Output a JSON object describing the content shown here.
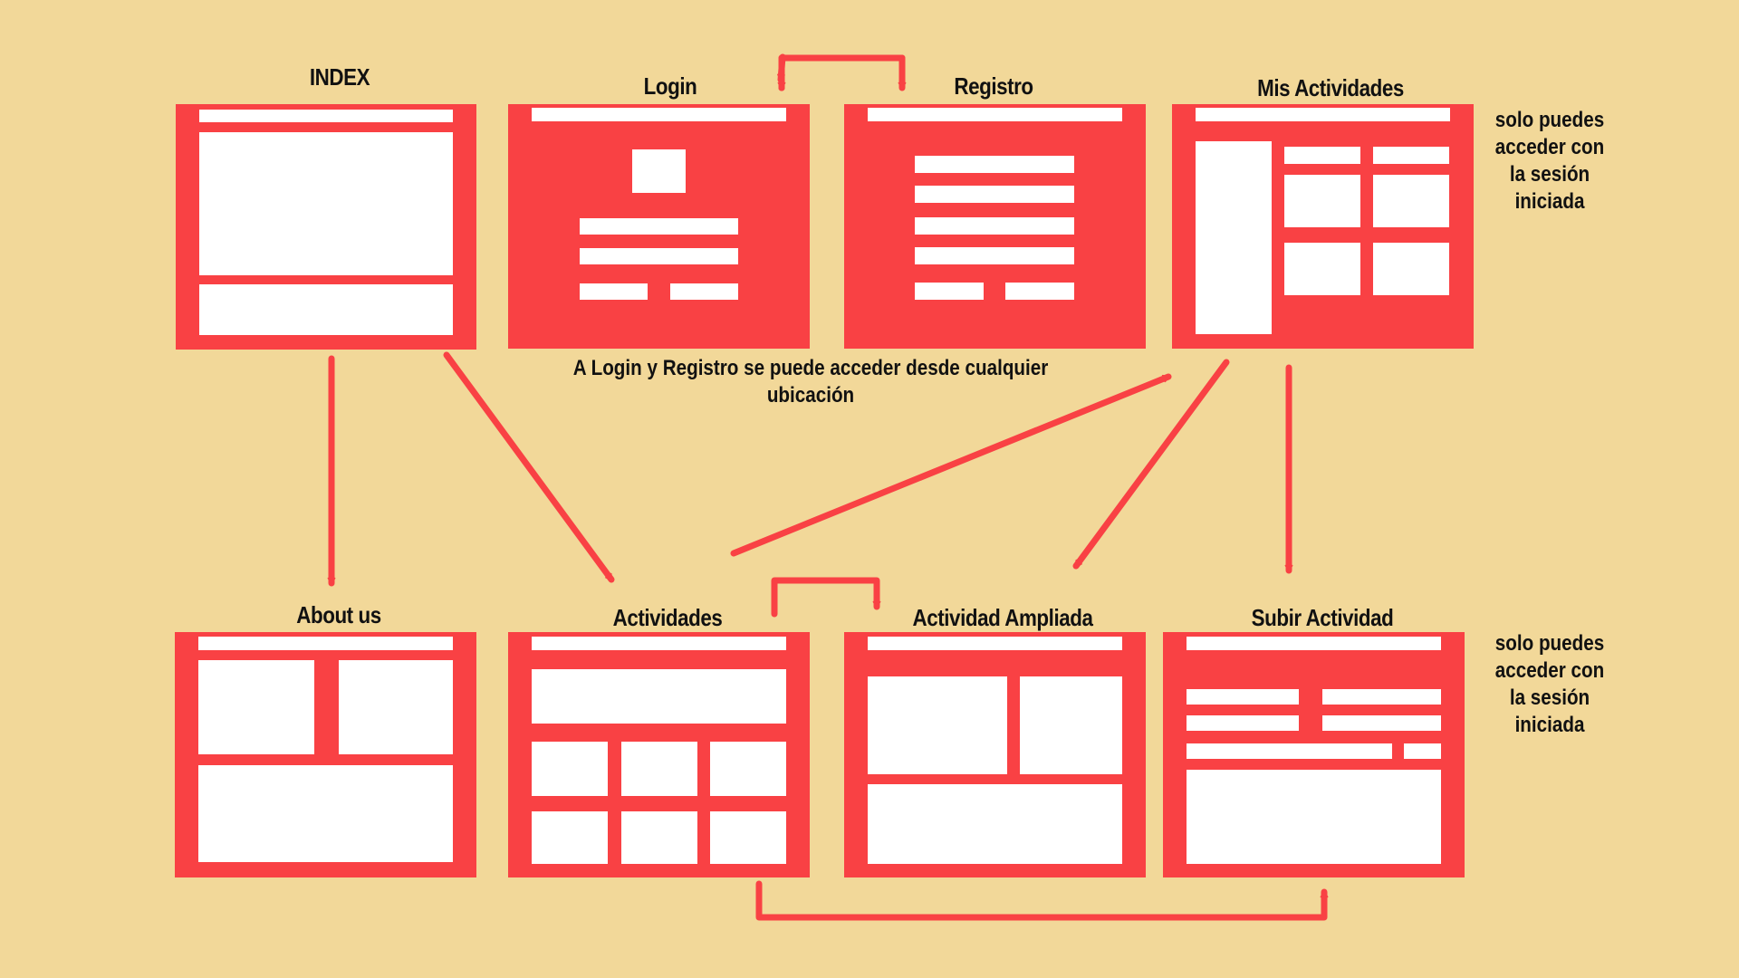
{
  "colors": {
    "background": "#f2d899",
    "wireframe": "#f94144",
    "block": "#ffffff",
    "arrow": "#f94144",
    "text": "#111111"
  },
  "nodes": {
    "index": "INDEX",
    "login": "Login",
    "registro": "Registro",
    "mis_actividades": "Mis Actividades",
    "about_us": "About us",
    "actividades": "Actividades",
    "actividad_ampliada": "Actividad Ampliada",
    "subir_actividad": "Subir Actividad"
  },
  "notes": {
    "session_top": "solo puedes acceder con la sesión iniciada",
    "session_bottom": "solo puedes acceder con la sesión iniciada",
    "login_registro": "A Login y Registro se puede acceder desde cualquier ubicación"
  }
}
